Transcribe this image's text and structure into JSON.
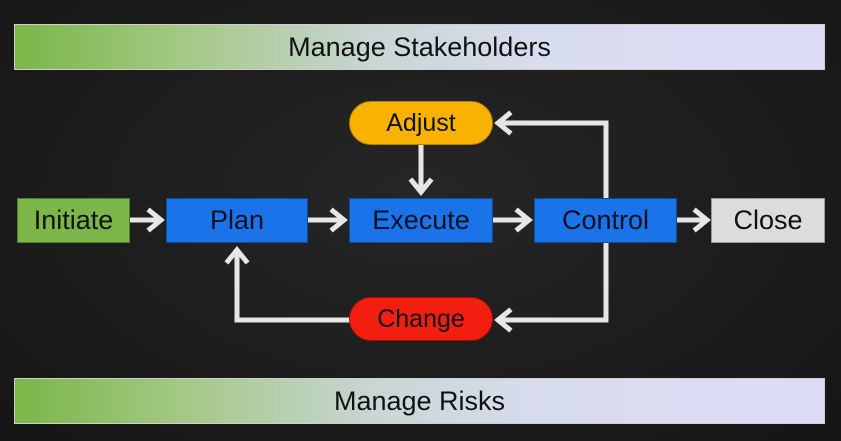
{
  "banners": {
    "top": "Manage Stakeholders",
    "bottom": "Manage Risks"
  },
  "nodes": {
    "initiate": "Initiate",
    "plan": "Plan",
    "execute": "Execute",
    "control": "Control",
    "close": "Close",
    "adjust": "Adjust",
    "change": "Change"
  },
  "colors": {
    "background": "#1c1c1c",
    "initiate": "#7ab648",
    "process_blue": "#1a73e8",
    "close": "#dcdcdc",
    "adjust": "#f9b200",
    "change": "#f21e10",
    "arrow": "#e6e6e6"
  }
}
